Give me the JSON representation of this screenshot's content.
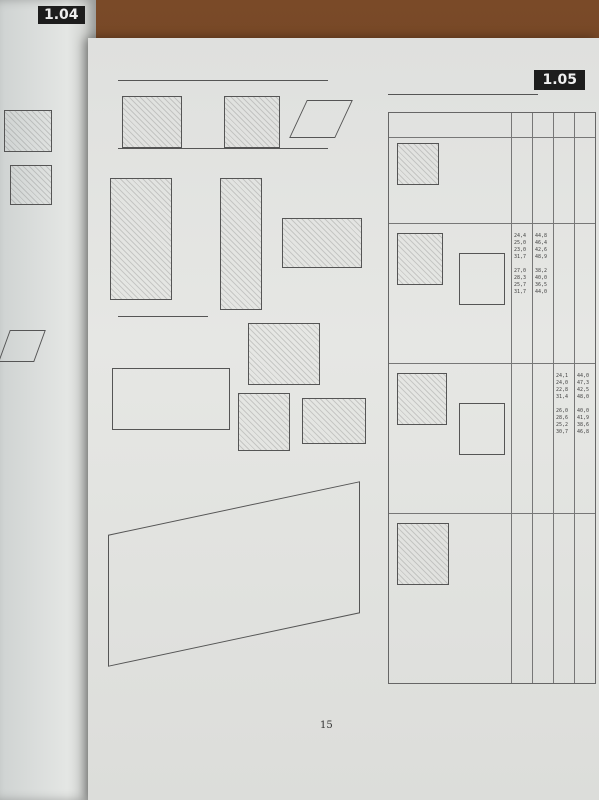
{
  "left_page": {
    "section_number": "1.04"
  },
  "main_page": {
    "section_number": "1.05",
    "page_number": "15",
    "table_values": {
      "col1": "24,4\n25,0\n23,0\n31,7\n\n27,0\n28,3\n25,7\n31,7",
      "col2": "44,8\n46,4\n42,6\n48,9\n\n38,2\n40,0\n36,5\n44,0",
      "col3": "24,1\n24,0\n22,8\n31,4\n\n26,0\n28,6\n25,2\n30,7",
      "col4": "44,0\n47,3\n42,5\n48,0\n\n40,0\n41,9\n38,6\n46,8"
    }
  }
}
